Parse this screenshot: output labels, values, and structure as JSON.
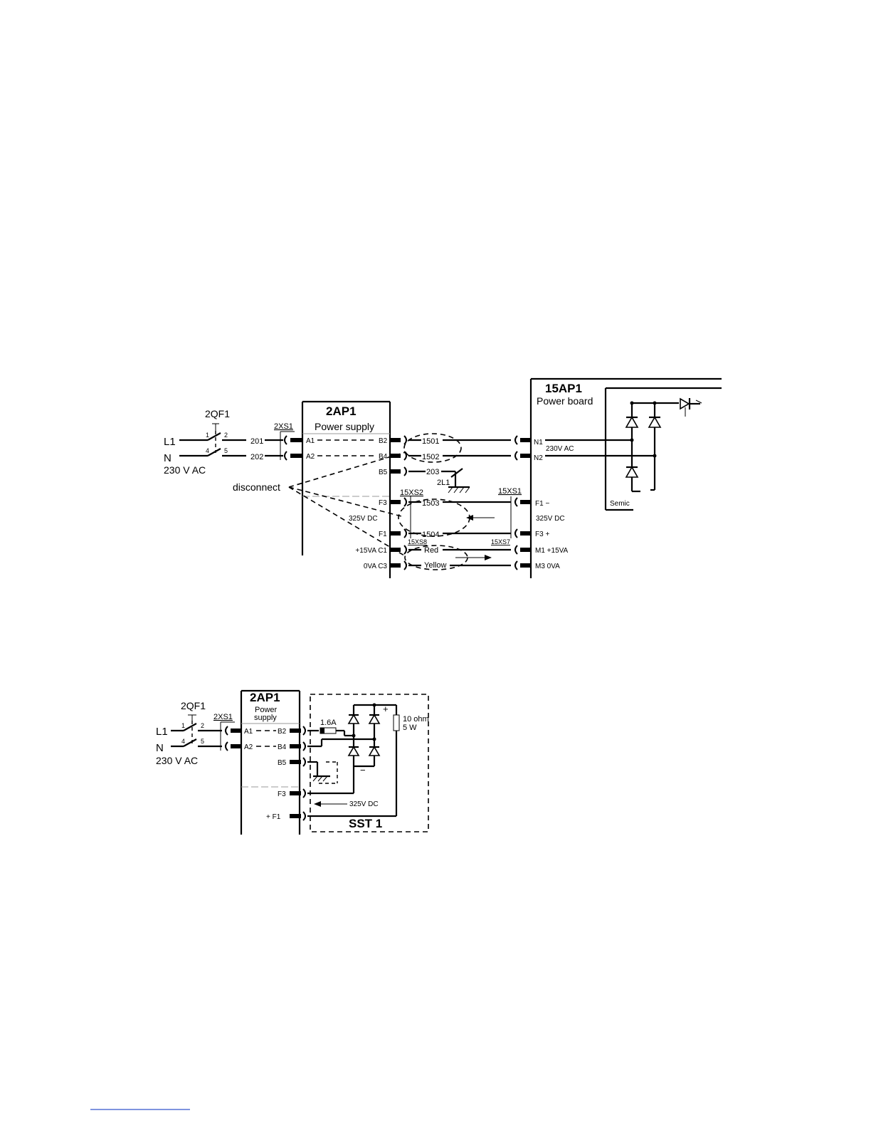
{
  "diagram1": {
    "breaker": {
      "label": "2QF1",
      "pins": [
        "1",
        "2",
        "4",
        "5"
      ]
    },
    "supply_lines": [
      "L1",
      "N"
    ],
    "supply_voltage": "230 V AC",
    "wire_numbers": [
      "201",
      "202",
      "1501",
      "1502",
      "203",
      "1503",
      "1504"
    ],
    "connectors": [
      "2XS1",
      "15XS2",
      "15XS1",
      "15XS8",
      "15XS7"
    ],
    "psu_block": {
      "title": "2AP1",
      "subtitle": "Power supply"
    },
    "psu_terminals": [
      "A1",
      "A2",
      "B2",
      "B4",
      "B5",
      "F3",
      "F1",
      "+15VA  C1",
      "0VA  C3"
    ],
    "choke_label": "2L1",
    "disconnect_label": "disconnect",
    "dc_label_left": "325V DC",
    "wire_colors": [
      "Red",
      "Yellow"
    ],
    "power_board": {
      "title": "15AP1",
      "subtitle": "Power board"
    },
    "board_terminals": [
      "N1",
      "N2",
      "F1  −",
      "F3  +",
      "M1  +15VA",
      "M3  0VA"
    ],
    "board_labels": [
      "230V AC",
      "325V DC"
    ],
    "semic_label": "Semic"
  },
  "diagram2": {
    "breaker": {
      "label": "2QF1",
      "pins": [
        "1",
        "2",
        "4",
        "5"
      ]
    },
    "supply_lines": [
      "L1",
      "N"
    ],
    "supply_voltage": "230 V AC",
    "connector": "2XS1",
    "psu_block": {
      "title": "2AP1",
      "subtitle_line1": "Power",
      "subtitle_line2": "supply"
    },
    "psu_terminals": [
      "A1",
      "A2",
      "B2",
      "B4",
      "B5",
      "F3",
      "+  F1"
    ],
    "fuse_label": "1.6A",
    "resistor_label_line1": "10 ohm",
    "resistor_label_line2": "5 W",
    "plus_sign": "+",
    "minus_sign": "−",
    "dc_label": "325V DC",
    "tool_name": "SST 1"
  }
}
